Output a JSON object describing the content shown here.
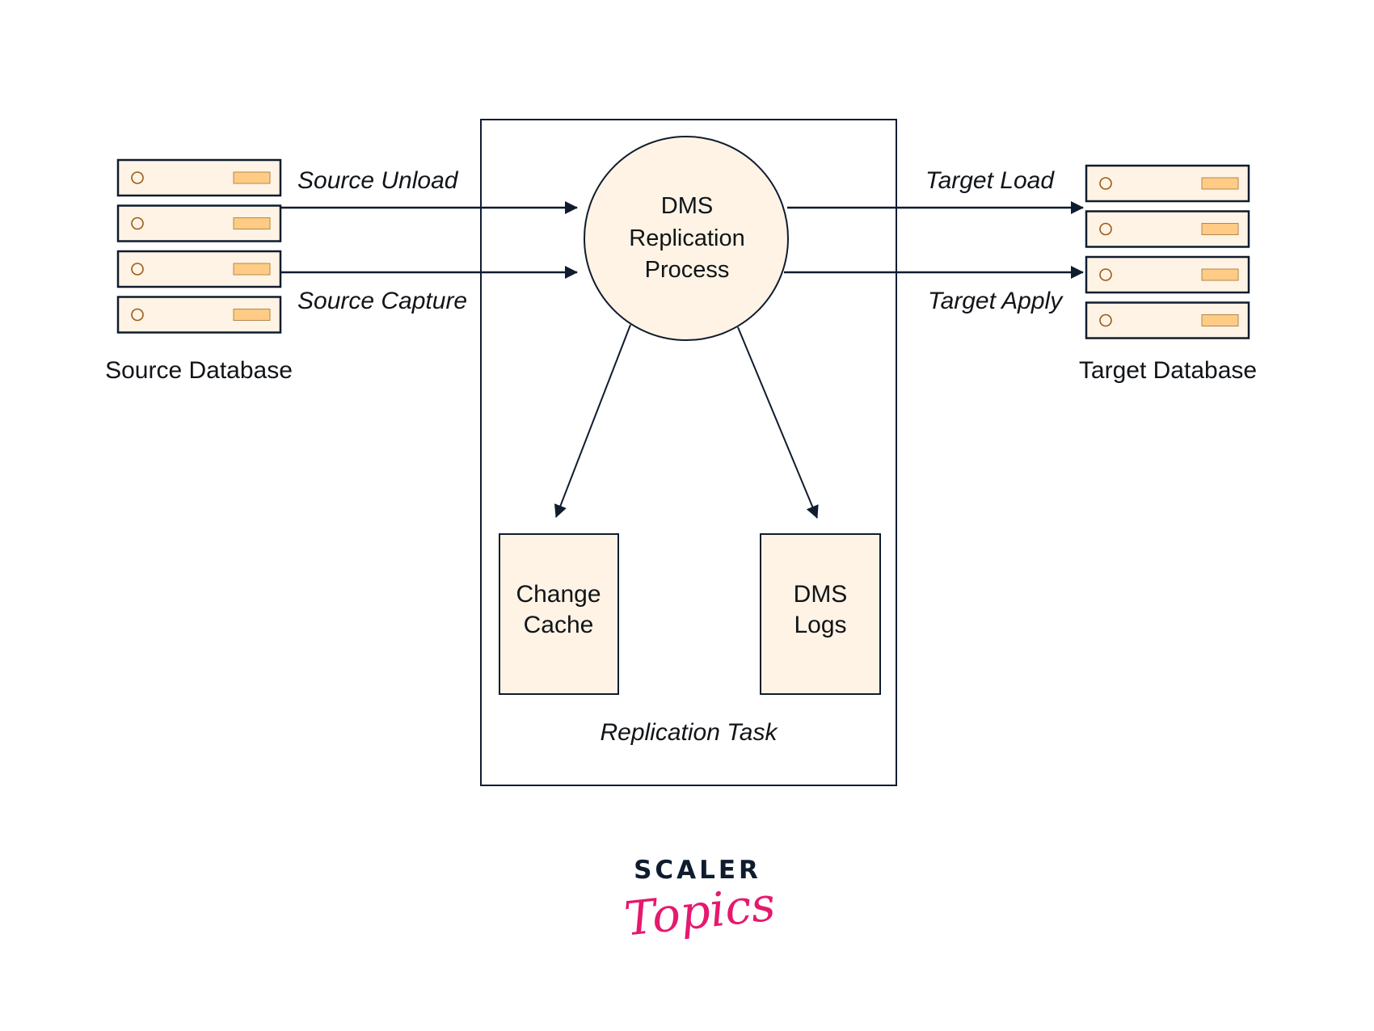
{
  "colors": {
    "line": "#0f1c2e",
    "node_fill": "#fef3e4",
    "indicator_stroke": "#9a5b1a",
    "bar_fill": "#ffcb85",
    "bar_stroke": "#b0884e",
    "text": "#111418",
    "logo_dark": "#0f1c2e",
    "logo_pink": "#e5196e"
  },
  "source_database": {
    "label": "Source Database",
    "server_count": 4
  },
  "target_database": {
    "label": "Target Database",
    "server_count": 4
  },
  "edges": {
    "source_unload": "Source Unload",
    "source_capture": "Source Capture",
    "target_load": "Target Load",
    "target_apply": "Target Apply"
  },
  "replication_task": {
    "label": "Replication Task",
    "process": {
      "lines": [
        "DMS",
        "Replication",
        "Process"
      ]
    },
    "change_cache": {
      "lines": [
        "Change",
        "Cache"
      ]
    },
    "dms_logs": {
      "lines": [
        "DMS",
        "Logs"
      ]
    }
  },
  "logo": {
    "top": "SCALER",
    "bottom": "Topics"
  }
}
